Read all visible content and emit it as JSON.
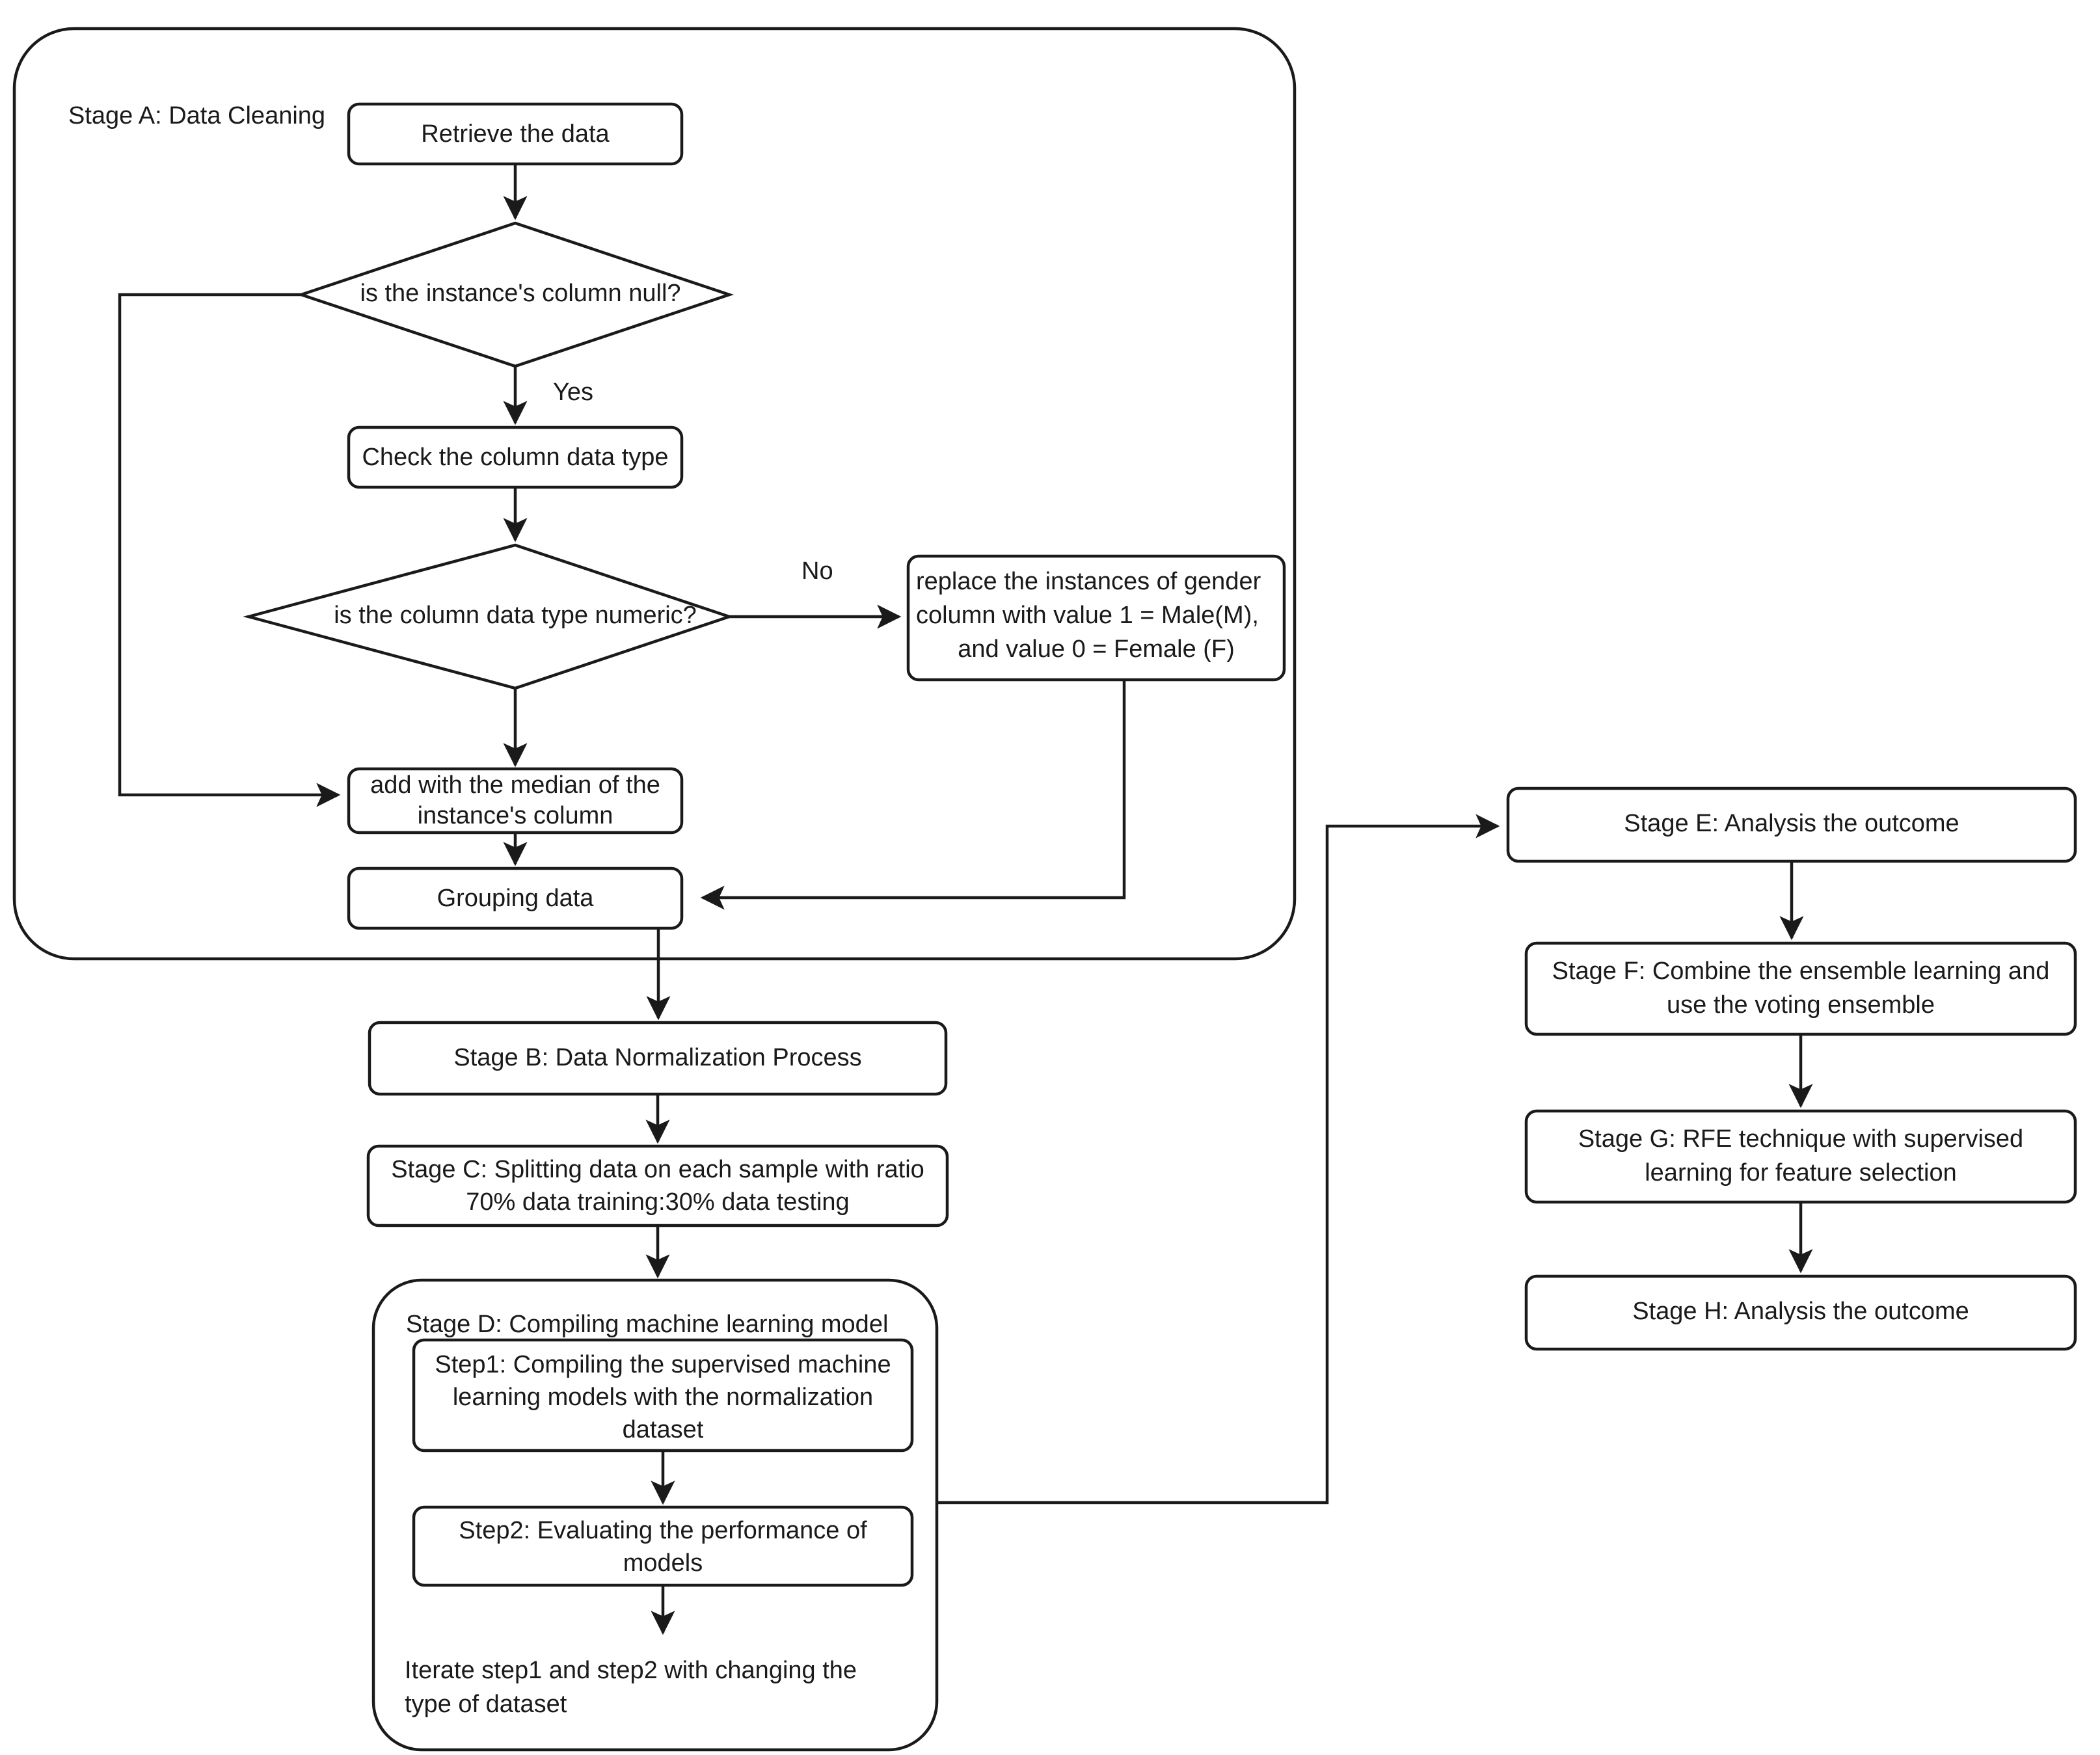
{
  "diagram": {
    "title": "Machine learning pipeline flowchart",
    "colors": {
      "stroke": "#1a1a1a",
      "fill": "#ffffff",
      "background": "#ffffff"
    },
    "groups": {
      "stage_a": {
        "label": "Stage A: Data Cleaning"
      },
      "stage_d": {
        "label": "Stage D: Compiling machine learning model"
      }
    },
    "nodes": {
      "retrieve": {
        "label": "Retrieve the data"
      },
      "null_check": {
        "label": "is the instance's column null?"
      },
      "check_type": {
        "label": "Check the column data type"
      },
      "numeric_check": {
        "label": "is the column data type numeric?"
      },
      "replace_gender_l1": {
        "label": "replace the instances of gender"
      },
      "replace_gender_l2": {
        "label": "column with value 1 = Male(M),"
      },
      "replace_gender_l3": {
        "label": "and value 0 = Female (F)"
      },
      "add_median_l1": {
        "label": "add with the median of the"
      },
      "add_median_l2": {
        "label": "instance's column"
      },
      "grouping": {
        "label": "Grouping data"
      },
      "stage_b": {
        "label": "Stage B: Data Normalization Process"
      },
      "stage_c_l1": {
        "label": "Stage C: Splitting data on each sample with ratio"
      },
      "stage_c_l2": {
        "label": "70% data training:30% data testing"
      },
      "step1_l1": {
        "label": "Step1: Compiling the supervised machine"
      },
      "step1_l2": {
        "label": "learning models with the normalization"
      },
      "step1_l3": {
        "label": "dataset"
      },
      "step2_l1": {
        "label": "Step2: Evaluating the performance of"
      },
      "step2_l2": {
        "label": "models"
      },
      "iterate_l1": {
        "label": "Iterate step1 and step2 with changing the"
      },
      "iterate_l2": {
        "label": "type of dataset"
      },
      "stage_e": {
        "label": "Stage E: Analysis the outcome"
      },
      "stage_f_l1": {
        "label": "Stage F: Combine the ensemble learning and"
      },
      "stage_f_l2": {
        "label": "use the voting ensemble"
      },
      "stage_g_l1": {
        "label": "Stage G: RFE technique with supervised"
      },
      "stage_g_l2": {
        "label": "learning for feature selection"
      },
      "stage_h": {
        "label": "Stage H: Analysis the outcome"
      }
    },
    "edge_labels": {
      "yes": "Yes",
      "no": "No"
    }
  }
}
